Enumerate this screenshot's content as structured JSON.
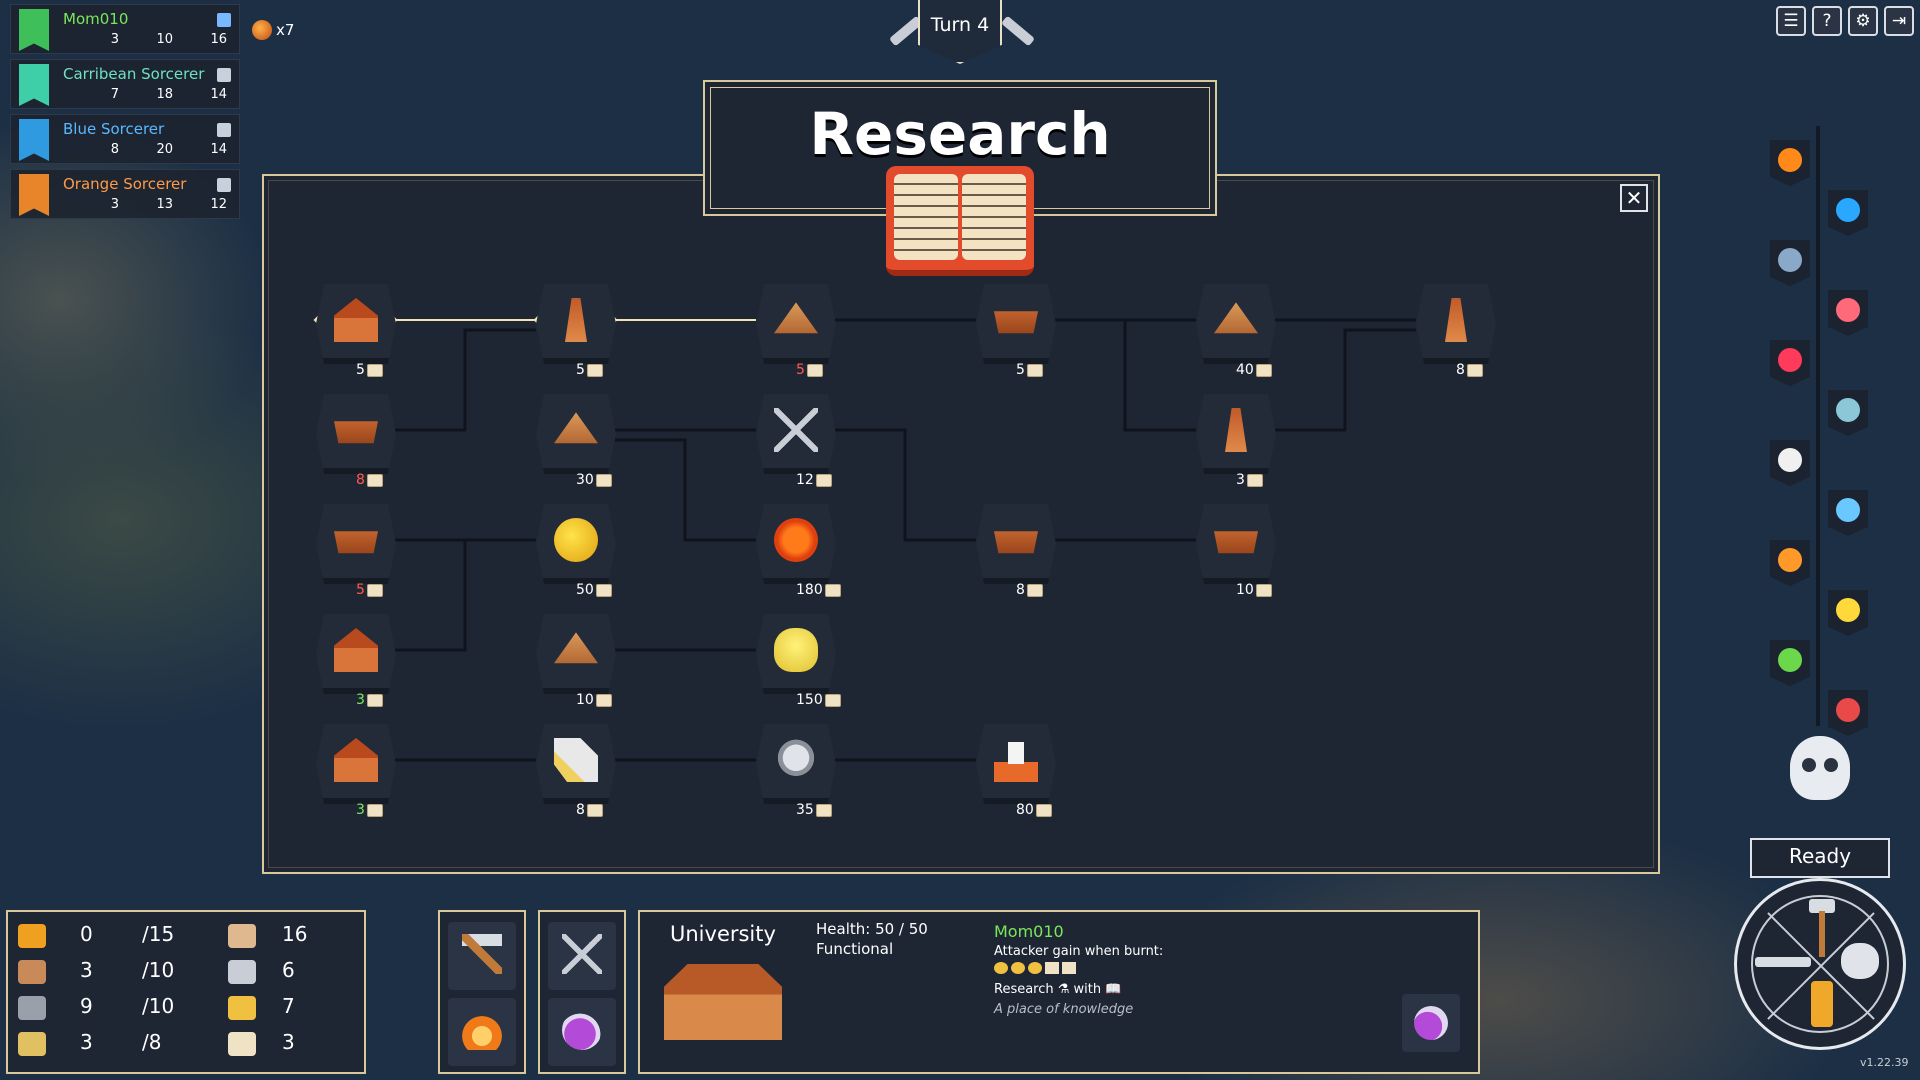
{
  "players": [
    {
      "name": "Mom010",
      "color": "#3fbf5a",
      "name_color": "#7ae85a",
      "attack": "3",
      "defense": "10",
      "score": "16"
    },
    {
      "name": "Carribean Sorcerer",
      "color": "#3fcfa8",
      "name_color": "#6fe0c0",
      "attack": "7",
      "defense": "18",
      "score": "14"
    },
    {
      "name": "Blue Sorcerer",
      "color": "#2f9ae0",
      "name_color": "#5ab8ff",
      "attack": "8",
      "defense": "20",
      "score": "14"
    },
    {
      "name": "Orange Sorcerer",
      "color": "#e8842a",
      "name_color": "#ff9a4a",
      "attack": "3",
      "defense": "13",
      "score": "12"
    }
  ],
  "top_badge": {
    "count": "x7"
  },
  "turn": {
    "label": "Turn 4"
  },
  "toolbar": {
    "menu": "☰",
    "help": "?",
    "settings": "⚙",
    "exit": "⇥"
  },
  "research": {
    "title": "Research",
    "close": "✕",
    "nodes": [
      {
        "icon": "i-house",
        "cost": "5",
        "cost_style": ""
      },
      {
        "icon": "i-tower",
        "cost": "5",
        "cost_style": ""
      },
      {
        "icon": "i-grain",
        "cost": "5",
        "cost_style": "red"
      },
      {
        "icon": "i-wagon",
        "cost": "5",
        "cost_style": ""
      },
      {
        "icon": "i-grain",
        "cost": "40",
        "cost_style": ""
      },
      {
        "icon": "i-tower",
        "cost": "8",
        "cost_style": ""
      },
      {
        "icon": "i-wagon",
        "cost": "8",
        "cost_style": "red"
      },
      {
        "icon": "i-grain",
        "cost": "30",
        "cost_style": ""
      },
      {
        "icon": "i-pick",
        "cost": "12",
        "cost_style": ""
      },
      {
        "icon": "i-tower",
        "cost": "3",
        "cost_style": ""
      },
      {
        "icon": "i-wagon",
        "cost": "5",
        "cost_style": "red"
      },
      {
        "icon": "i-coin",
        "cost": "50",
        "cost_style": ""
      },
      {
        "icon": "i-pent",
        "cost": "180",
        "cost_style": ""
      },
      {
        "icon": "i-wagon",
        "cost": "8",
        "cost_style": ""
      },
      {
        "icon": "i-wagon",
        "cost": "10",
        "cost_style": ""
      },
      {
        "icon": "i-house",
        "cost": "3",
        "cost_style": "green"
      },
      {
        "icon": "i-grain",
        "cost": "10",
        "cost_style": ""
      },
      {
        "icon": "i-skull",
        "cost": "150",
        "cost_style": ""
      },
      {
        "icon": "i-house",
        "cost": "3",
        "cost_style": "green"
      },
      {
        "icon": "i-scroll",
        "cost": "8",
        "cost_style": ""
      },
      {
        "icon": "i-knight",
        "cost": "35",
        "cost_style": ""
      },
      {
        "icon": "i-ship",
        "cost": "80",
        "cost_style": ""
      }
    ]
  },
  "spells": [
    {
      "icon": "fireball-icon",
      "color": "#ff8a1a"
    },
    {
      "icon": "water-icon",
      "color": "#2aa8ff"
    },
    {
      "icon": "eye-icon",
      "color": "#8aa8c8"
    },
    {
      "icon": "demon-icon",
      "color": "#ff6a7a"
    },
    {
      "icon": "virus-icon",
      "color": "#ff3a5a"
    },
    {
      "icon": "tornado-icon",
      "color": "#8ac8d8"
    },
    {
      "icon": "fist-icon",
      "color": "#f0f0f0"
    },
    {
      "icon": "storm-icon",
      "color": "#6ac8ff"
    },
    {
      "icon": "flame-icon",
      "color": "#ff9a2a"
    },
    {
      "icon": "lightning-icon",
      "color": "#ffd83a"
    },
    {
      "icon": "gear-spell-icon",
      "color": "#6ad84a"
    },
    {
      "icon": "heart-icon",
      "color": "#e84a4a"
    }
  ],
  "ready": {
    "label": "Ready"
  },
  "version": "v1.22.39",
  "resources": [
    {
      "icon": "mana-icon",
      "color": "#f0a020",
      "value": "0",
      "max": "/15"
    },
    {
      "icon": "wood-icon",
      "color": "#c98a5a",
      "value": "3",
      "max": "/10"
    },
    {
      "icon": "stone-icon",
      "color": "#9aa0aa",
      "value": "9",
      "max": "/10"
    },
    {
      "icon": "sword-icon",
      "color": "#e0c060",
      "value": "3",
      "max": "/8"
    }
  ],
  "resources_right": [
    {
      "icon": "population-icon",
      "color": "#e0b890",
      "value": "16"
    },
    {
      "icon": "hammer-icon",
      "color": "#c9ced6",
      "value": "6"
    },
    {
      "icon": "gold-icon",
      "color": "#f0c040",
      "value": "7"
    },
    {
      "icon": "book-icon",
      "color": "#f0e2c4",
      "value": "3"
    }
  ],
  "selected": {
    "name": "University",
    "health": "Health: 50 / 50",
    "status": "Functional",
    "owner": "Mom010",
    "burn_text": "Attacker gain when burnt:",
    "research_text": "Research ⚗ with 📖",
    "description": "A place of knowledge"
  }
}
